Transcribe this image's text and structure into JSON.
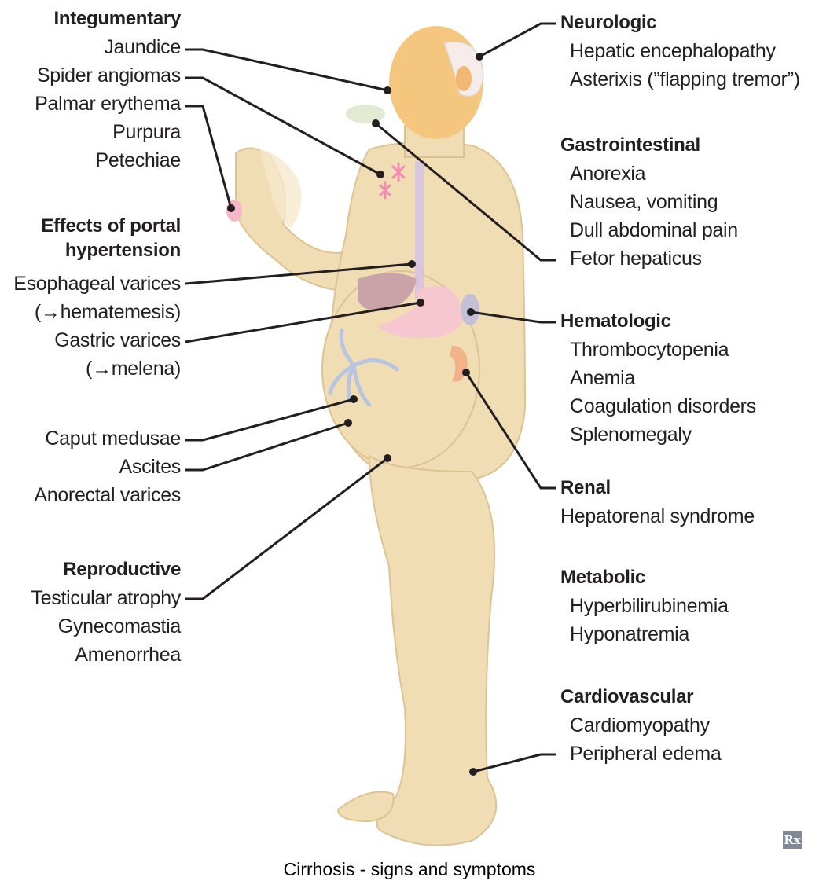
{
  "caption": "Cirrhosis - signs and symptoms",
  "logo_text": "Rx",
  "colors": {
    "skin": "#f1ddb4",
    "skin_outline": "#dcc394",
    "head_tint": "#f4c67e",
    "hair": "#f6ecea",
    "leader_line": "#231f20",
    "spider_angioma": "#f08bb4",
    "stomach": "#f7c7d0",
    "spleen": "#c2bfd6",
    "kidney": "#f3b38a",
    "caput_medusae": "#b7c6e0"
  },
  "left": {
    "integumentary": {
      "title": "Integumentary",
      "items": [
        "Jaundice",
        "Spider angiomas",
        "Palmar erythema",
        "Purpura",
        "Petechiae"
      ]
    },
    "portal": {
      "title_line1": "Effects of portal",
      "title_line2": "hypertension",
      "items": [
        "Esophageal varices",
        "(→hematemesis)",
        "Gastric varices",
        "(→melena)"
      ],
      "items2": [
        "Caput medusae",
        "Ascites",
        "Anorectal varices"
      ]
    },
    "reproductive": {
      "title": "Reproductive",
      "items": [
        "Testicular atrophy",
        "Gynecomastia",
        "Amenorrhea"
      ]
    }
  },
  "right": {
    "neurologic": {
      "title": "Neurologic",
      "items": [
        "Hepatic encephalopathy",
        "Asterixis (”flapping tremor”)"
      ]
    },
    "gastrointestinal": {
      "title": "Gastrointestinal",
      "items": [
        "Anorexia",
        "Nausea, vomiting",
        "Dull abdominal pain",
        "Fetor hepaticus"
      ]
    },
    "hematologic": {
      "title": "Hematologic",
      "items": [
        "Thrombocytopenia",
        "Anemia",
        "Coagulation disorders",
        "Splenomegaly"
      ]
    },
    "renal": {
      "title": "Renal",
      "items": [
        "Hepatorenal syndrome"
      ]
    },
    "metabolic": {
      "title": "Metabolic",
      "items": [
        "Hyperbilirubinemia",
        "Hyponatremia"
      ]
    },
    "cardiovascular": {
      "title": "Cardiovascular",
      "items": [
        "Cardiomyopathy",
        "Peripheral edema"
      ]
    }
  }
}
